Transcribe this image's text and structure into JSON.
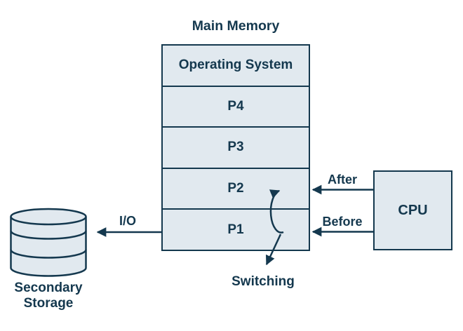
{
  "colors": {
    "stroke": "#14384e",
    "fill": "#e1e9ef",
    "background": "#ffffff"
  },
  "diagram": {
    "title": "Main Memory",
    "memory": {
      "rows": [
        {
          "label": "Operating System"
        },
        {
          "label": "P4"
        },
        {
          "label": "P3"
        },
        {
          "label": "P2"
        },
        {
          "label": "P1"
        }
      ]
    },
    "cpu": {
      "label": "CPU"
    },
    "arrows": {
      "after": "After",
      "before": "Before",
      "io": "I/O",
      "switching": "Switching"
    },
    "storage": {
      "line1": "Secondary",
      "line2": "Storage"
    }
  }
}
